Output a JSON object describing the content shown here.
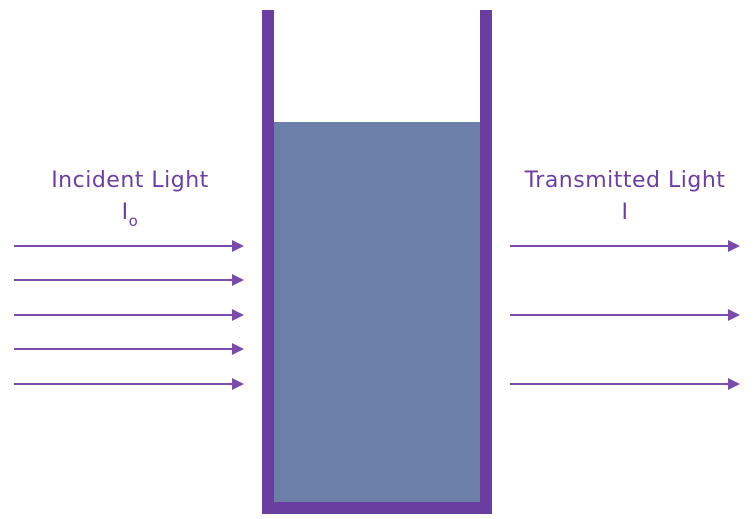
{
  "labels": {
    "incident": "Incident Light",
    "incident_symbol": "I",
    "incident_symbol_sub": "o",
    "transmitted": "Transmitted Light",
    "transmitted_symbol": "I"
  },
  "colors": {
    "accent": "#6e3fa0",
    "container": "#6a3da0",
    "solution": "#6b7fa8",
    "background": "#ffffff"
  },
  "incident_arrow_count": 5,
  "transmitted_arrow_count": 3
}
